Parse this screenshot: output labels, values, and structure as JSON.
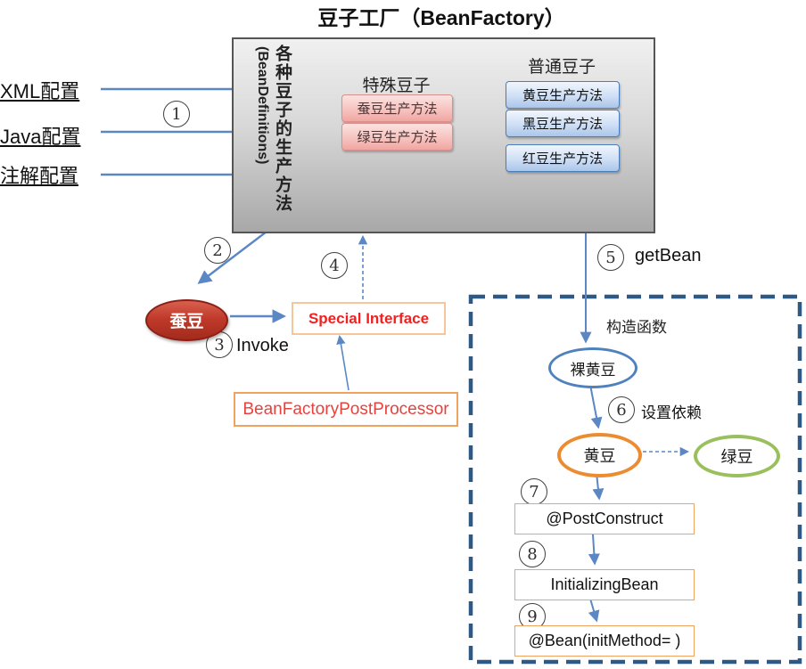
{
  "title": "豆子工厂（BeanFactory）",
  "factory_box": {
    "vertical_label_cn": "各种豆子的生产方法",
    "vertical_label_en": "(BeanDefinitions)",
    "special_beans": {
      "title": "特殊豆子",
      "items": [
        "蚕豆生产方法",
        "绿豆生产方法"
      ]
    },
    "normal_beans": {
      "title": "普通豆子",
      "items": [
        "黄豆生产方法",
        "黑豆生产方法",
        "红豆生产方法"
      ]
    }
  },
  "config_sources": [
    "XML配置",
    "Java配置",
    "注解配置"
  ],
  "steps": [
    {
      "num": "1",
      "label": ""
    },
    {
      "num": "2",
      "label": ""
    },
    {
      "num": "3",
      "label": "Invoke"
    },
    {
      "num": "4",
      "label": ""
    },
    {
      "num": "5",
      "label": "getBean"
    },
    {
      "num": "6",
      "label": "设置依赖"
    },
    {
      "num": "7",
      "label": ""
    },
    {
      "num": "8",
      "label": ""
    },
    {
      "num": "9",
      "label": ""
    }
  ],
  "nodes": {
    "silkworm_bean": "蚕豆",
    "special_interface": "Special Interface",
    "bean_factory_post_processor": "BeanFactoryPostProcessor",
    "constructor_label": "构造函数",
    "naked_yellow_bean": "裸黄豆",
    "yellow_bean": "黄豆",
    "green_bean": "绿豆",
    "post_construct": "@PostConstruct",
    "initializing_bean": "InitializingBean",
    "bean_init_method": "@Bean(initMethod= )"
  },
  "colors": {
    "arrow_blue": "#5b87c5",
    "dashed_container_border": "#2e5984",
    "factory_border": "#555555",
    "special_bean_fill": "#f1a7a2",
    "normal_bean_fill": "#abc6ea",
    "silkworm_red": "#c03a2b",
    "interface_text_red": "#ee2222",
    "orange_border": "#f0a360",
    "yellow_bean_border": "#ed8b31",
    "naked_bean_border": "#4f81bd",
    "green_bean_border": "#99c05c"
  }
}
